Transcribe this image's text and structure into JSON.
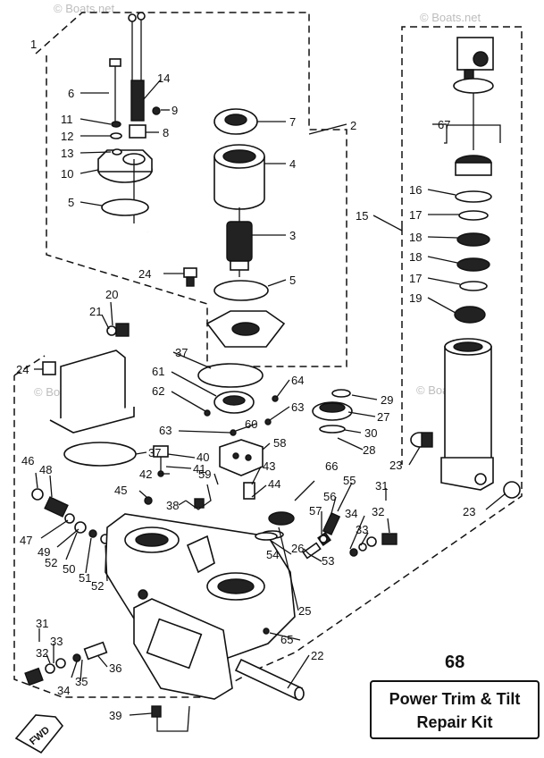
{
  "watermarks": [
    "© Boats.net",
    "© Boats.net",
    "© Boats.net",
    "© Boats.net"
  ],
  "kit": {
    "number": "68",
    "line1": "Power Trim & Tilt",
    "line2": "Repair Kit"
  },
  "fwd_label": "FWD",
  "callouts": [
    {
      "id": "c1",
      "text": "1"
    },
    {
      "id": "c2",
      "text": "2"
    },
    {
      "id": "c3",
      "text": "3"
    },
    {
      "id": "c4",
      "text": "4"
    },
    {
      "id": "c5a",
      "text": "5"
    },
    {
      "id": "c5b",
      "text": "5"
    },
    {
      "id": "c6",
      "text": "6"
    },
    {
      "id": "c7",
      "text": "7"
    },
    {
      "id": "c8",
      "text": "8"
    },
    {
      "id": "c9",
      "text": "9"
    },
    {
      "id": "c10",
      "text": "10"
    },
    {
      "id": "c11",
      "text": "11"
    },
    {
      "id": "c12",
      "text": "12"
    },
    {
      "id": "c13",
      "text": "13"
    },
    {
      "id": "c14",
      "text": "14"
    },
    {
      "id": "c15",
      "text": "15"
    },
    {
      "id": "c16",
      "text": "16"
    },
    {
      "id": "c17a",
      "text": "17"
    },
    {
      "id": "c17b",
      "text": "17"
    },
    {
      "id": "c18a",
      "text": "18"
    },
    {
      "id": "c18b",
      "text": "18"
    },
    {
      "id": "c19",
      "text": "19"
    },
    {
      "id": "c20",
      "text": "20"
    },
    {
      "id": "c21",
      "text": "21"
    },
    {
      "id": "c22",
      "text": "22"
    },
    {
      "id": "c23a",
      "text": "23"
    },
    {
      "id": "c23b",
      "text": "23"
    },
    {
      "id": "c24a",
      "text": "24"
    },
    {
      "id": "c24b",
      "text": "24"
    },
    {
      "id": "c25",
      "text": "25"
    },
    {
      "id": "c26",
      "text": "26"
    },
    {
      "id": "c27",
      "text": "27"
    },
    {
      "id": "c28",
      "text": "28"
    },
    {
      "id": "c29",
      "text": "29"
    },
    {
      "id": "c30",
      "text": "30"
    },
    {
      "id": "c31a",
      "text": "31"
    },
    {
      "id": "c31b",
      "text": "31"
    },
    {
      "id": "c32a",
      "text": "32"
    },
    {
      "id": "c32b",
      "text": "32"
    },
    {
      "id": "c33a",
      "text": "33"
    },
    {
      "id": "c33b",
      "text": "33"
    },
    {
      "id": "c34a",
      "text": "34"
    },
    {
      "id": "c34b",
      "text": "34"
    },
    {
      "id": "c35",
      "text": "35"
    },
    {
      "id": "c36",
      "text": "36"
    },
    {
      "id": "c37a",
      "text": "37"
    },
    {
      "id": "c37b",
      "text": "37"
    },
    {
      "id": "c38",
      "text": "38"
    },
    {
      "id": "c39",
      "text": "39"
    },
    {
      "id": "c40",
      "text": "40"
    },
    {
      "id": "c41",
      "text": "41"
    },
    {
      "id": "c42",
      "text": "42"
    },
    {
      "id": "c43",
      "text": "43"
    },
    {
      "id": "c44",
      "text": "44"
    },
    {
      "id": "c45",
      "text": "45"
    },
    {
      "id": "c46",
      "text": "46"
    },
    {
      "id": "c47",
      "text": "47"
    },
    {
      "id": "c48",
      "text": "48"
    },
    {
      "id": "c49",
      "text": "49"
    },
    {
      "id": "c50",
      "text": "50"
    },
    {
      "id": "c51",
      "text": "51"
    },
    {
      "id": "c52a",
      "text": "52"
    },
    {
      "id": "c52b",
      "text": "52"
    },
    {
      "id": "c53",
      "text": "53"
    },
    {
      "id": "c54",
      "text": "54"
    },
    {
      "id": "c55",
      "text": "55"
    },
    {
      "id": "c56",
      "text": "56"
    },
    {
      "id": "c57",
      "text": "57"
    },
    {
      "id": "c58",
      "text": "58"
    },
    {
      "id": "c59",
      "text": "59"
    },
    {
      "id": "c60",
      "text": "60"
    },
    {
      "id": "c61",
      "text": "61"
    },
    {
      "id": "c62",
      "text": "62"
    },
    {
      "id": "c63a",
      "text": "63"
    },
    {
      "id": "c63b",
      "text": "63"
    },
    {
      "id": "c64",
      "text": "64"
    },
    {
      "id": "c65",
      "text": "65"
    },
    {
      "id": "c66",
      "text": "66"
    },
    {
      "id": "c67",
      "text": "67"
    }
  ]
}
